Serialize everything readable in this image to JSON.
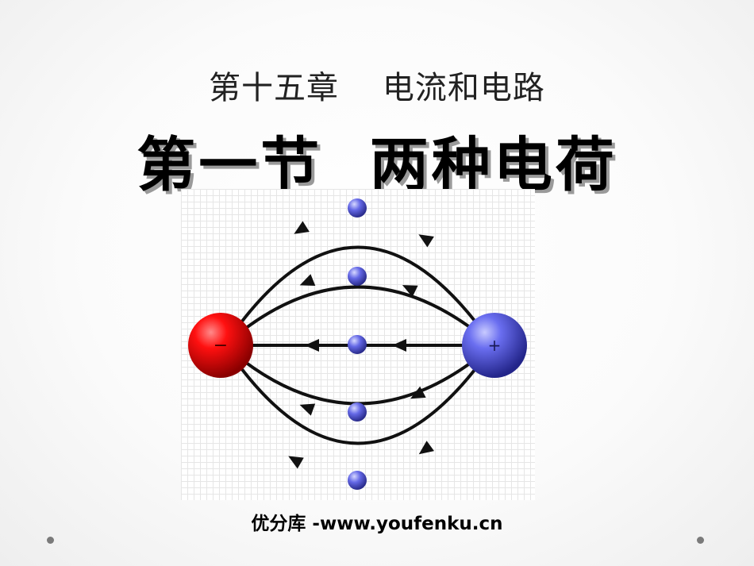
{
  "slide": {
    "subtitle": "第十五章    电流和电路",
    "title": "第一节  两种电荷",
    "footer": "优分库 -www.youfenku.cn"
  },
  "diagram": {
    "negative_charge_symbol": "−",
    "positive_charge_symbol": "+",
    "colors": {
      "negative_charge": "#e00000",
      "positive_charge": "#5a5ee8",
      "test_charge": "#5d62e0",
      "field_line": "#111111"
    }
  }
}
